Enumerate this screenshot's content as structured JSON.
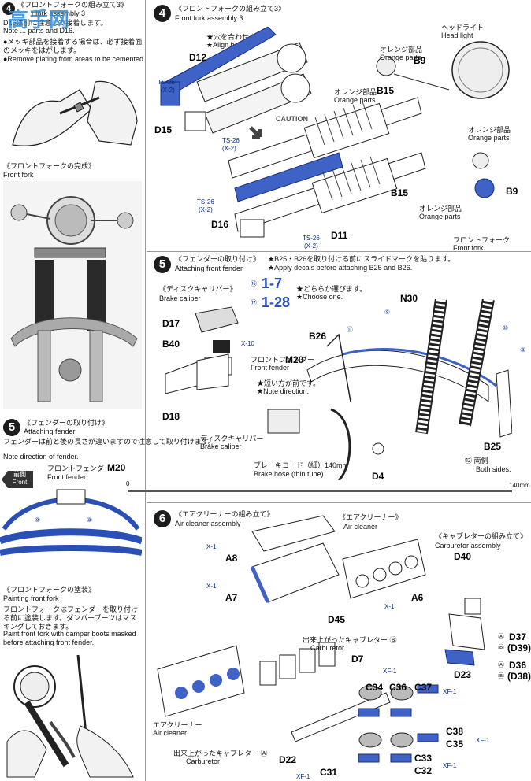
{
  "watermark": "高手网",
  "left": {
    "step4_title_jp": "《フロントフォークの組み立て3》",
    "step4_title_en": "t fork assembly 3",
    "step4_line1": "D16は前に注意して接着します。",
    "step4_line2": "Note ... parts and D16.",
    "plating_jp": "●メッキ部品を接着する場合は、必ず接着面のメッキをはがします。",
    "plating_jp_2": "のメッキをはがします。",
    "plating_en": "●Remove plating from areas to be cemented.",
    "fork_done_jp": "《フロントフォークの完成》",
    "fork_done_en": "Front fork",
    "step5_num": "5",
    "step5_title_jp": "《フェンダーの取り付け》",
    "step5_title_en": "Attaching fender",
    "step5_note_jp": "フェンダーは前と後の長さが違いますので注意して取り付けます。",
    "step5_note_en": "Note direction of fender.",
    "front_jp": "前側",
    "front_en": "Front",
    "m20_jp": "フロントフェンダー",
    "m20_part": "M20",
    "m20_en": "Front fender",
    "decal9": "⑨",
    "decal8": "⑧",
    "paint_title_jp": "《フロントフォークの塗装》",
    "paint_title_en": "Painting front fork",
    "paint_jp": "フロントフォークはフェンダーを取り付ける前に塗装します。ダンパーブーツはマスキングしておきます。",
    "paint_en": "Paint front fork with damper boots masked before attaching front fender."
  },
  "step4": {
    "num": "4",
    "title_jp": "《フロントフォークの組み立て3》",
    "title_en": "Front fork assembly 3",
    "align_jp": "★穴を合わせます。",
    "align_en": "★Align hole.",
    "parts": [
      "D12",
      "D15",
      "D16",
      "D11",
      "B15",
      "B9",
      "B15",
      "B9"
    ],
    "screw": "TS-26",
    "screw_qty": "(X-2)",
    "orange_jp": "オレンジ部品",
    "orange_en": "Orange parts",
    "headlight_jp": "ヘッドライト",
    "headlight_en": "Head light",
    "caution": "CAUTION"
  },
  "step5": {
    "num": "5",
    "title_jp": "《フェンダーの取り付け》",
    "title_en": "Attaching front fender",
    "decal_jp": "★B25・B26を取り付ける前にスライドマークを貼ります。",
    "decal_en": "★Apply decals before attaching B25 and B26.",
    "choose_jp": "★どちらか選びます。",
    "choose_en": "★Choose one.",
    "opt16": "⑯",
    "opt16_val": "1-7",
    "opt17": "⑰",
    "opt17_val": "1-28",
    "caliper_jp": "《ディスクキャリパー》",
    "caliper_en": "Brake caliper",
    "parts": [
      "D17",
      "B40",
      "D18",
      "N30",
      "B26",
      "M20",
      "B25",
      "D4"
    ],
    "x10": "X-10",
    "front_fork_jp": "フロントフォーク",
    "front_fork_en": "Front fork",
    "fender_jp": "フロントフェンダー",
    "fender_en": "Front fender",
    "short_jp": "★短い方が前です。",
    "short_en": "★Note direction.",
    "caliper2_jp": "ディスクキャリパー",
    "caliper2_en": "Brake caliper",
    "hose_jp": "ブレーキコード（細）140mm",
    "hose_en": "Brake hose (thin tube)",
    "both_jp": "⑫ 両側",
    "both_en": "Both sides.",
    "ruler_zero": "0",
    "ruler_end": "140mm",
    "decals": [
      "⑪",
      "⑨",
      "⑩",
      "⑧"
    ]
  },
  "step6": {
    "num": "6",
    "title_jp": "《エアクリーナーの組み立て》",
    "title_en": "Air cleaner assembly",
    "air_jp": "《エアクリーナー》",
    "air_en": "Air cleaner",
    "carb_jp": "《キャブレターの組み立て》",
    "carb_en": "Carburetor assembly",
    "parts_main": [
      "A8",
      "A7",
      "D45",
      "A6"
    ],
    "x1": "X-1",
    "xf1": "XF-1",
    "carb_parts": [
      "D40",
      "D37",
      "(D39)",
      "D36",
      "(D38)",
      "D23"
    ],
    "carb_a": "Ⓐ",
    "carb_b": "Ⓑ",
    "done_carb_b_jp": "出来上がったキャブレター Ⓑ",
    "done_carb_en": "Carburetor",
    "done_carb_a_jp": "出来上がったキャブレター Ⓐ",
    "aircleaner2_jp": "エアクリーナー",
    "aircleaner2_en": "Air cleaner",
    "bottom_parts": [
      "D7",
      "C34",
      "C36",
      "C37",
      "C38",
      "C35",
      "C33",
      "C32",
      "C31",
      "D22"
    ]
  }
}
